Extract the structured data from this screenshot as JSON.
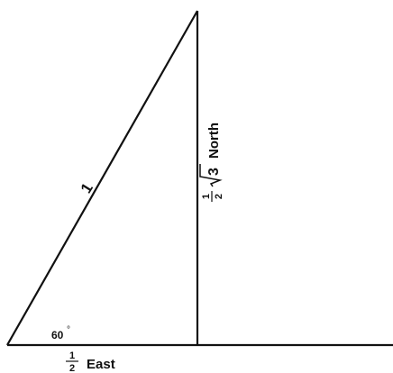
{
  "diagram": {
    "angle_label": "60",
    "angle_mark": "°",
    "hypotenuse_label": "1",
    "base_label": {
      "numerator": "1",
      "denominator": "2",
      "word": "East"
    },
    "height_label": {
      "numerator": "1",
      "denominator": "2",
      "radical": "3",
      "word": "North"
    },
    "colors": {
      "line": "#111111",
      "background": "#ffffff"
    }
  }
}
